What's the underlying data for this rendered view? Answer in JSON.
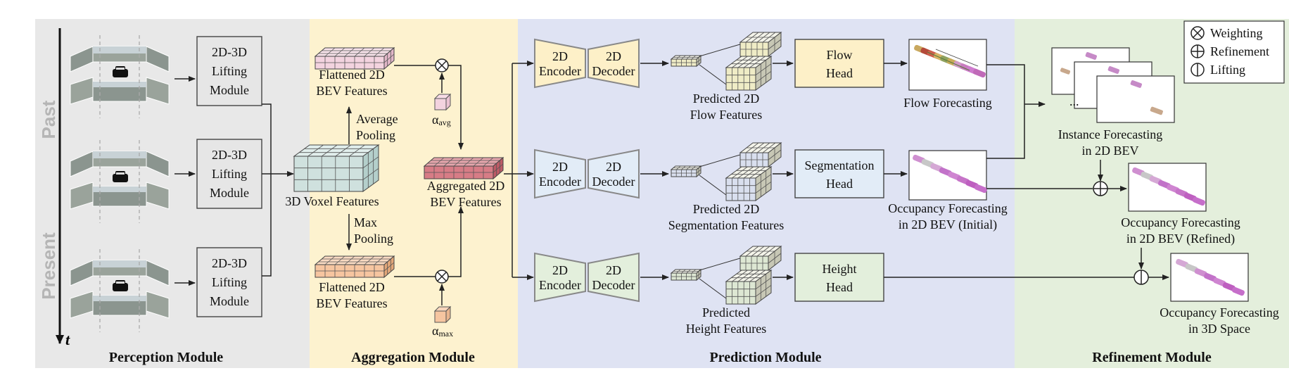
{
  "colors": {
    "perception_bg": "#e8e8e8",
    "aggregation_bg": "#fdf2cf",
    "prediction_bg": "#dfe3f3",
    "refinement_bg": "#e4efdc",
    "flow": "#fdf0c8",
    "segmentation": "#e2ecf7",
    "height": "#e3efdc",
    "pink_grid": "#f3d3df",
    "orange_grid": "#f6c5a0",
    "red_grid": "#d77c86",
    "teal_grid": "#cfe1de"
  },
  "legend": {
    "weighting": "Weighting",
    "refinement": "Refinement",
    "lifting": "Lifting"
  },
  "timeline": {
    "past": "Past",
    "present": "Present",
    "axis": "t"
  },
  "perception": {
    "lifting_lines": [
      "2D-3D",
      "Lifting",
      "Module"
    ],
    "voxel_label": "3D Voxel Features"
  },
  "aggregation": {
    "flat_lines": [
      "Flattened 2D",
      "BEV Features"
    ],
    "avg_pool_lines": [
      "Average",
      "Pooling"
    ],
    "max_pool_lines": [
      "Max",
      "Pooling"
    ],
    "alpha": "α",
    "alpha_avg": "avg",
    "alpha_max": "max",
    "agg_lines": [
      "Aggregated 2D",
      "BEV Features"
    ]
  },
  "prediction": {
    "encoder_lines": [
      "2D",
      "Encoder"
    ],
    "decoder_lines": [
      "2D",
      "Decoder"
    ],
    "flow_feat_lines": [
      "Predicted 2D",
      "Flow Features"
    ],
    "seg_feat_lines": [
      "Predicted 2D",
      "Segmentation Features"
    ],
    "height_feat_lines": [
      "Predicted",
      "Height Features"
    ],
    "flow_head_lines": [
      "Flow",
      "Head"
    ],
    "seg_head_lines": [
      "Segmentation",
      "Head"
    ],
    "height_head_lines": [
      "Height",
      "Head"
    ],
    "flow_forecast": "Flow Forecasting",
    "occ_initial_lines": [
      "Occupancy Forecasting",
      "in 2D BEV (Initial)"
    ]
  },
  "refinement": {
    "instance_lines": [
      "Instance Forecasting",
      "in 2D BEV"
    ],
    "dots": "...",
    "occ_refined_lines": [
      "Occupancy Forecasting",
      "in 2D BEV (Refined)"
    ],
    "occ_3d_lines": [
      "Occupancy Forecasting",
      "in 3D Space"
    ]
  },
  "sections": {
    "perception": "Perception Module",
    "aggregation": "Aggregation Module",
    "prediction": "Prediction Module",
    "refinement": "Refinement Module"
  }
}
